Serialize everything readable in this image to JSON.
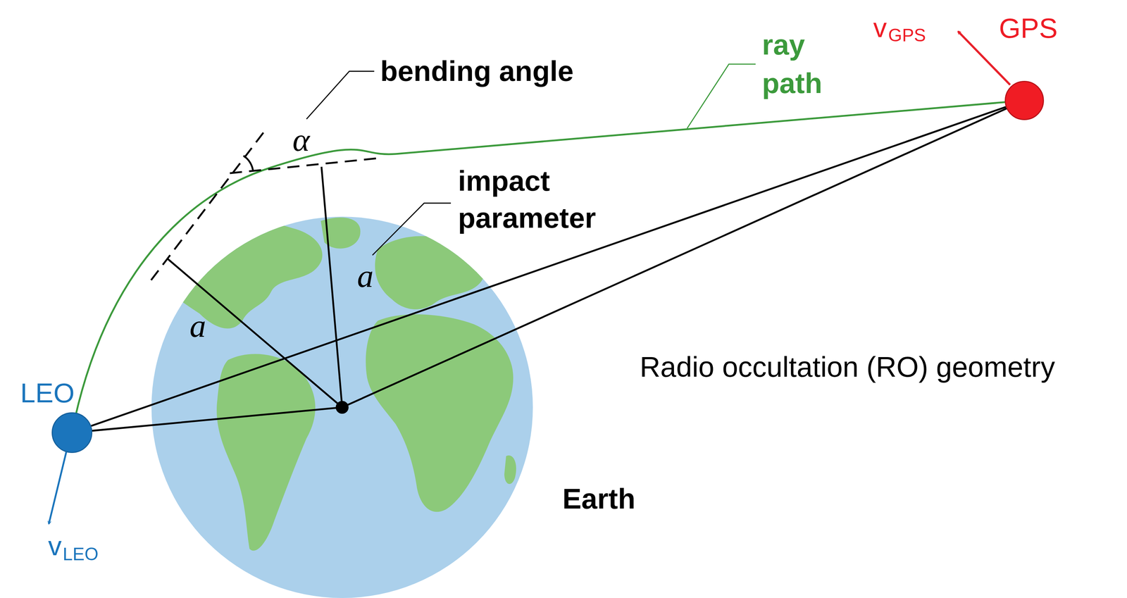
{
  "diagram": {
    "nodes": [
      {
        "text": [
          "LEO"
        ]
      },
      {
        "text": [
          "GPS"
        ]
      }
    ],
    "edges": [
      {
        "from": 0,
        "to": 1,
        "arrow": "none"
      }
    ],
    "labels": [
      "bending angle",
      "α",
      "impact parameter",
      "a",
      "a",
      "ray path",
      "Radio occultation (RO) geometry",
      "Earth",
      "v",
      "GPS",
      "v",
      "LEO"
    ]
  }
}
